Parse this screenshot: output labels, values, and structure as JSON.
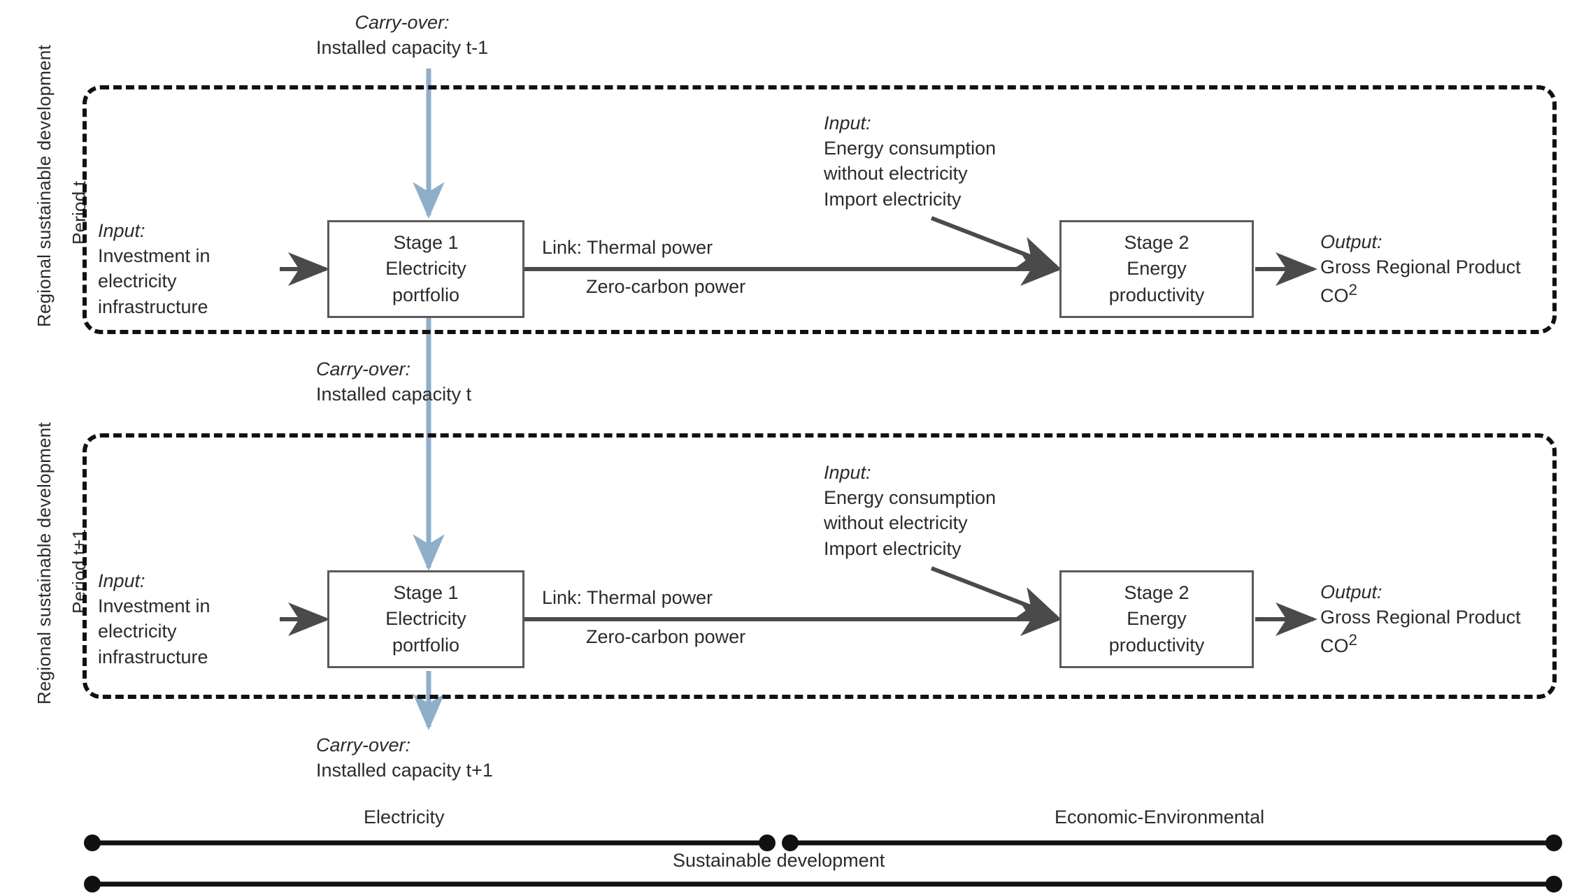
{
  "figure": {
    "type": "two-stage network DEA process diagram",
    "accent_blue": "#8FAEC9",
    "line_dark": "#4a4a4a",
    "dash_black": "#111111"
  },
  "side_labels": [
    {
      "main": "Regional sustainable development",
      "period": "Period t"
    },
    {
      "main": "Regional sustainable development",
      "period": "Period t+1"
    }
  ],
  "carry_over": {
    "top": {
      "italic": "Carry-over:",
      "line": "Installed capacity t-1"
    },
    "middle": {
      "italic": "Carry-over:",
      "line": "Installed capacity t"
    },
    "bottom": {
      "italic": "Carry-over:",
      "line": "Installed capacity t+1"
    }
  },
  "periods": [
    {
      "id": "period-t",
      "input_left": {
        "italic": "Input:",
        "lines": [
          "Investment in",
          "electricity",
          "infrastructure"
        ]
      },
      "stage1": {
        "title": "Stage 1",
        "line2": "Electricity",
        "line3": "portfolio"
      },
      "link": {
        "line1": "Link: Thermal power",
        "line2": "Zero-carbon power"
      },
      "input_mid": {
        "italic": "Input:",
        "lines": [
          "Energy consumption",
          "without electricity",
          "Import electricity"
        ]
      },
      "stage2": {
        "title": "Stage 2",
        "line2": "Energy",
        "line3": "productivity"
      },
      "output_right": {
        "italic": "Output:",
        "lines": [
          "Gross Regional Product",
          "CO2"
        ],
        "co2_base": "CO",
        "co2_sup": "2"
      }
    },
    {
      "id": "period-t-plus-1",
      "input_left": {
        "italic": "Input:",
        "lines": [
          "Investment in",
          "electricity",
          "infrastructure"
        ]
      },
      "stage1": {
        "title": "Stage 1",
        "line2": "Electricity",
        "line3": "portfolio"
      },
      "link": {
        "line1": "Link: Thermal power",
        "line2": "Zero-carbon power"
      },
      "input_mid": {
        "italic": "Input:",
        "lines": [
          "Energy consumption",
          "without electricity",
          "Import electricity"
        ]
      },
      "stage2": {
        "title": "Stage 2",
        "line2": "Energy",
        "line3": "productivity"
      },
      "output_right": {
        "italic": "Output:",
        "lines": [
          "Gross Regional Product",
          "CO2"
        ],
        "co2_base": "CO",
        "co2_sup": "2"
      }
    }
  ],
  "footer": {
    "left_span_label": "Electricity",
    "right_span_label": "Economic-Environmental",
    "full_span_label": "Sustainable development"
  }
}
